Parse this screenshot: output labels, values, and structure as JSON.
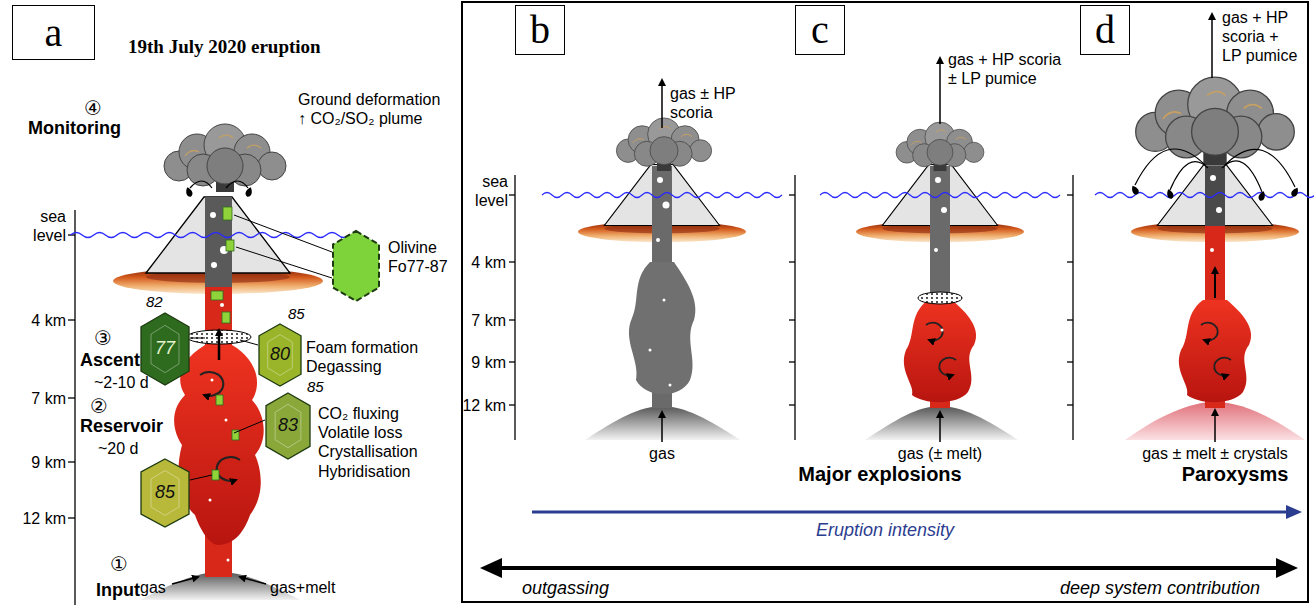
{
  "diagram": {
    "title": "19th July 2020 eruption",
    "nodes": [
      {
        "text": [
          "a"
        ]
      },
      {
        "text": [
          "b"
        ]
      },
      {
        "text": [
          "c"
        ]
      },
      {
        "text": [
          "d"
        ]
      },
      {
        "text": [
          "Olivine Fo77-87"
        ]
      },
      {
        "text": [
          "82",
          "77"
        ]
      },
      {
        "text": [
          "85",
          "80"
        ]
      },
      {
        "text": [
          "85",
          "83"
        ]
      },
      {
        "text": [
          "85"
        ]
      }
    ],
    "labels": [
      "④",
      "Monitoring",
      "Ground deformation ↑ CO₂/SO₂ plume",
      "sea level",
      "4 km",
      "7 km",
      "9 km",
      "12 km",
      "③",
      "Ascent",
      "~2-10 d",
      "②",
      "Reservoir",
      "~20 d",
      "Foam formation Degassing",
      "CO₂ fluxing Volatile loss Crystallisation Hybridisation",
      "①",
      "Input",
      "gas",
      "gas+melt",
      "gas ± HP scoria",
      "sea level",
      "4 km",
      "7 km",
      "9 km",
      "12 km",
      "gas",
      "gas + HP scoria ± LP pumice",
      "gas (± melt)",
      "gas + HP scoria + LP pumice",
      "gas ± melt ± crystals",
      "Major explosions",
      "Paroxysms",
      "Eruption intensity",
      "outgassing",
      "deep system contribution"
    ]
  }
}
